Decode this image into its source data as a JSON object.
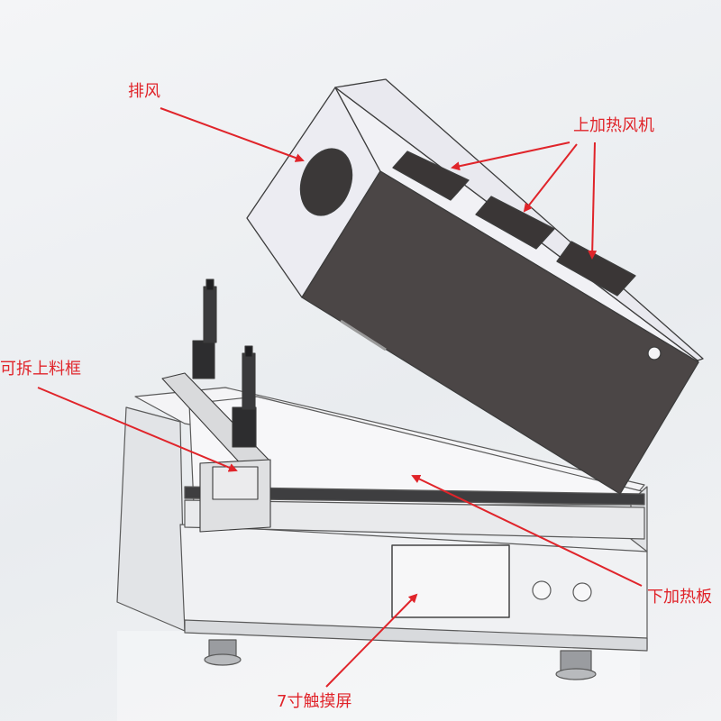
{
  "labels": {
    "exhaust": "排风",
    "upper_heater": "上加热风机",
    "removable_frame": "可拆上料框",
    "lower_heater": "下加热板",
    "touchscreen": "7寸触摸屏"
  },
  "colors": {
    "annotation": "#e0242a",
    "panel": "#f0f1f3",
    "hood_dark": "#4b4646",
    "hood_light": "#ececf2",
    "outline": "#5a5a5a"
  }
}
